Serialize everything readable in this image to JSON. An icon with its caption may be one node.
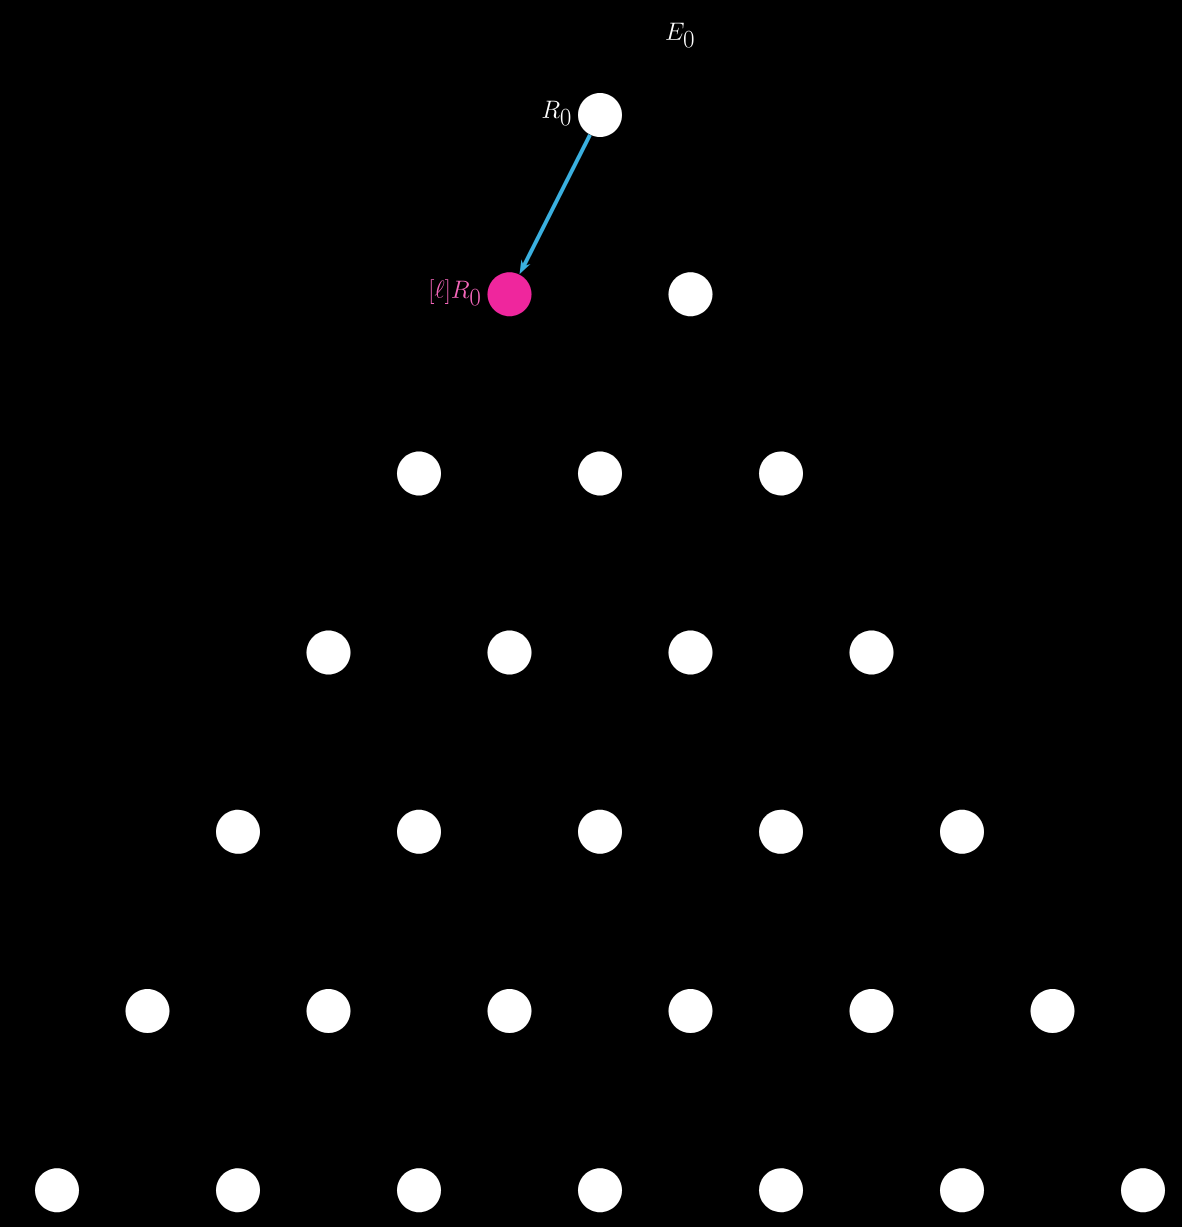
{
  "diagram": {
    "nodes": [
      {
        "text": [],
        "shape": "circle",
        "beside": [
          "R_0"
        ]
      },
      {
        "text": [],
        "shape": "circle",
        "beside": [
          "[\\ell]R_0"
        ]
      },
      {
        "text": [],
        "shape": "circle"
      },
      {
        "text": [],
        "shape": "circle"
      },
      {
        "text": [],
        "shape": "circle"
      },
      {
        "text": [],
        "shape": "circle"
      },
      {
        "text": [],
        "shape": "circle"
      },
      {
        "text": [],
        "shape": "circle"
      },
      {
        "text": [],
        "shape": "circle"
      },
      {
        "text": [],
        "shape": "circle"
      },
      {
        "text": [],
        "shape": "circle"
      },
      {
        "text": [],
        "shape": "circle"
      },
      {
        "text": [],
        "shape": "circle"
      },
      {
        "text": [],
        "shape": "circle"
      },
      {
        "text": [],
        "shape": "circle"
      },
      {
        "text": [],
        "shape": "circle"
      },
      {
        "text": [],
        "shape": "circle"
      },
      {
        "text": [],
        "shape": "circle"
      },
      {
        "text": [],
        "shape": "circle"
      },
      {
        "text": [],
        "shape": "circle"
      },
      {
        "text": [],
        "shape": "circle"
      },
      {
        "text": [],
        "shape": "circle"
      },
      {
        "text": [],
        "shape": "circle"
      },
      {
        "text": [],
        "shape": "circle"
      },
      {
        "text": [],
        "shape": "circle"
      },
      {
        "text": [],
        "shape": "circle"
      },
      {
        "text": [],
        "shape": "circle"
      },
      {
        "text": [],
        "shape": "circle"
      }
    ],
    "edges": [
      {
        "from": 0,
        "to": 1,
        "arrow": "to",
        "color": "#3ab0e0"
      }
    ],
    "labels": [
      "E_0"
    ]
  }
}
